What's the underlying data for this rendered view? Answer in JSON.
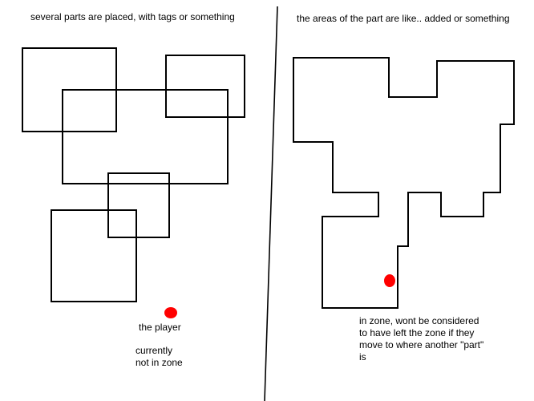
{
  "captions": {
    "left": "several parts are placed, with tags or something",
    "right": "the areas of the part are like.. added or something"
  },
  "annotations": {
    "player": "the player",
    "player_status": "currently\nnot in zone",
    "merged_zone_note": "in zone, wont be considered\nto have left the zone if they\nmove to where another \"part\"\nis"
  },
  "colors": {
    "stroke": "#000000",
    "player": "#ff0000",
    "background": "#ffffff"
  }
}
